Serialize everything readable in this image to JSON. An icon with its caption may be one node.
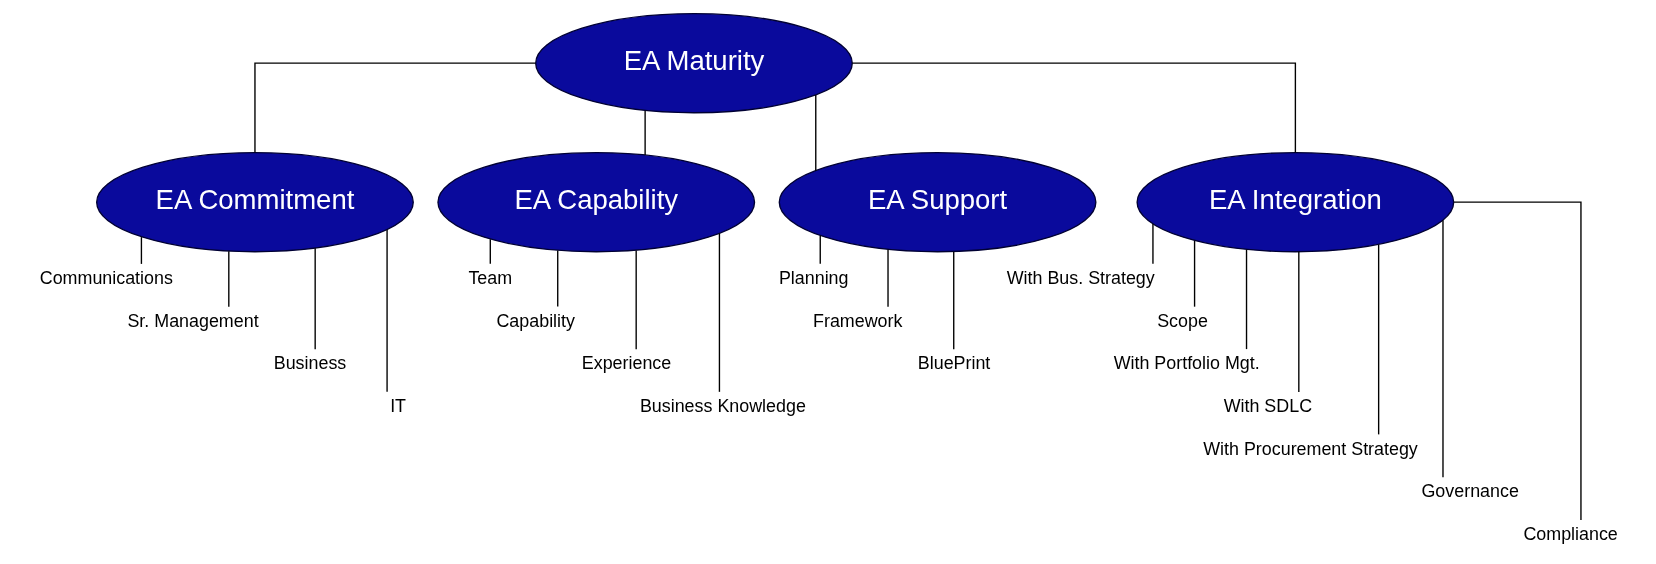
{
  "diagram": {
    "nodes": [
      {
        "text": [
          "EA Maturity"
        ]
      },
      {
        "text": [
          "EA Commitment"
        ]
      },
      {
        "text": [
          "EA Capability"
        ]
      },
      {
        "text": [
          "EA Support"
        ]
      },
      {
        "text": [
          "EA Integration"
        ]
      },
      {
        "text": [
          "Communications"
        ]
      },
      {
        "text": [
          "Sr. Management"
        ]
      },
      {
        "text": [
          "Business"
        ]
      },
      {
        "text": [
          "IT"
        ]
      },
      {
        "text": [
          "Team"
        ]
      },
      {
        "text": [
          "Capability"
        ]
      },
      {
        "text": [
          "Experience"
        ]
      },
      {
        "text": [
          "Business Knowledge"
        ]
      },
      {
        "text": [
          "Planning"
        ]
      },
      {
        "text": [
          "Framework"
        ]
      },
      {
        "text": [
          "BluePrint"
        ]
      },
      {
        "text": [
          "With Bus. Strategy"
        ]
      },
      {
        "text": [
          "Scope"
        ]
      },
      {
        "text": [
          "With Portfolio Mgt."
        ]
      },
      {
        "text": [
          "With SDLC"
        ]
      },
      {
        "text": [
          "With Procurement Strategy"
        ]
      },
      {
        "text": [
          "Governance"
        ]
      },
      {
        "text": [
          "Compliance"
        ]
      }
    ],
    "edges": [
      {
        "from": 0,
        "to": 1,
        "arrow": "none"
      },
      {
        "from": 0,
        "to": 2,
        "arrow": "none"
      },
      {
        "from": 0,
        "to": 3,
        "arrow": "none"
      },
      {
        "from": 0,
        "to": 4,
        "arrow": "none"
      },
      {
        "from": 1,
        "to": 5,
        "arrow": "none"
      },
      {
        "from": 1,
        "to": 6,
        "arrow": "none"
      },
      {
        "from": 1,
        "to": 7,
        "arrow": "none"
      },
      {
        "from": 1,
        "to": 8,
        "arrow": "none"
      },
      {
        "from": 2,
        "to": 9,
        "arrow": "none"
      },
      {
        "from": 2,
        "to": 10,
        "arrow": "none"
      },
      {
        "from": 2,
        "to": 11,
        "arrow": "none"
      },
      {
        "from": 2,
        "to": 12,
        "arrow": "none"
      },
      {
        "from": 3,
        "to": 13,
        "arrow": "none"
      },
      {
        "from": 3,
        "to": 14,
        "arrow": "none"
      },
      {
        "from": 3,
        "to": 15,
        "arrow": "none"
      },
      {
        "from": 4,
        "to": 16,
        "arrow": "none"
      },
      {
        "from": 4,
        "to": 17,
        "arrow": "none"
      },
      {
        "from": 4,
        "to": 18,
        "arrow": "none"
      },
      {
        "from": 4,
        "to": 19,
        "arrow": "none"
      },
      {
        "from": 4,
        "to": 20,
        "arrow": "none"
      },
      {
        "from": 4,
        "to": 21,
        "arrow": "none"
      },
      {
        "from": 4,
        "to": 22,
        "arrow": "none"
      }
    ]
  }
}
